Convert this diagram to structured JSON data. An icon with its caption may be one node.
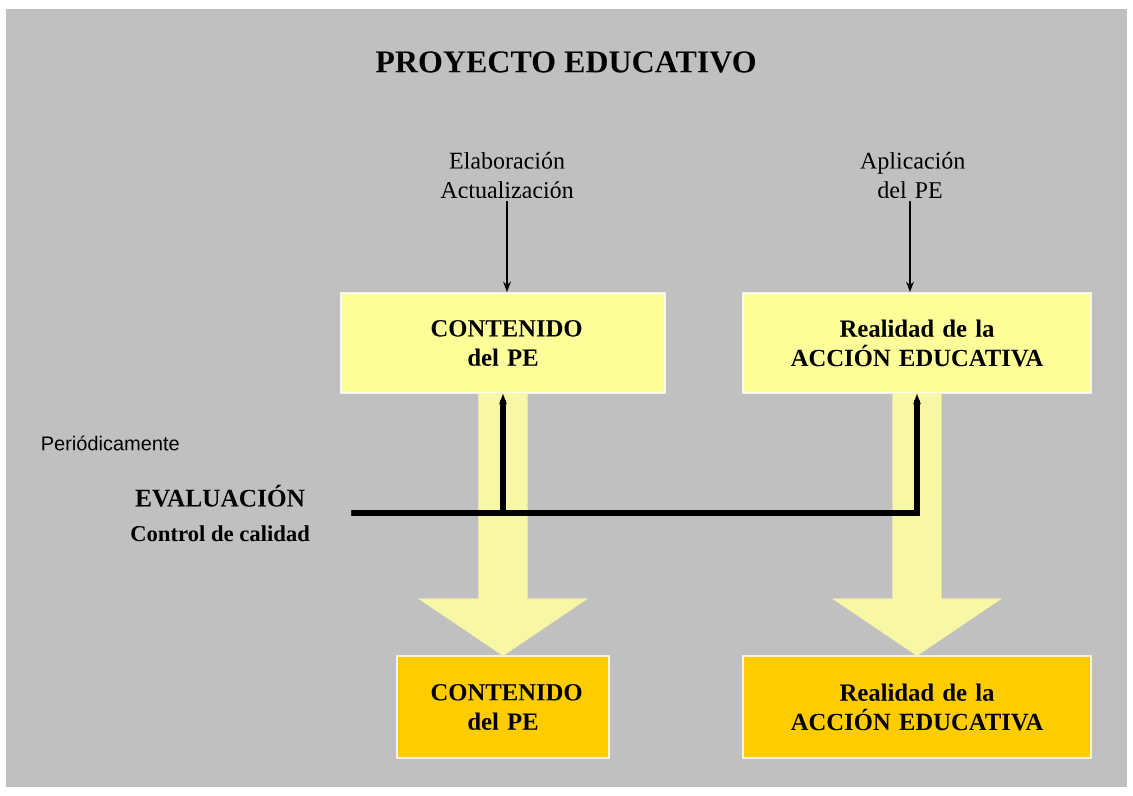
{
  "diagram": {
    "title": "PROYECTO EDUCATIVO",
    "nodes": [
      {
        "text": [
          "Elaboración Actualización"
        ]
      },
      {
        "text": [
          "Aplicación del PE"
        ]
      },
      {
        "text": [
          "CONTENIDO del PE"
        ]
      },
      {
        "text": [
          "Realidad de la ACCIÓN EDUCATIVA"
        ]
      },
      {
        "text": [
          "CONTENIDO del PE"
        ]
      },
      {
        "text": [
          "Realidad de la ACCIÓN EDUCATIVA"
        ]
      },
      {
        "text": [
          "EVALUACIÓN",
          "Control de calidad"
        ]
      }
    ],
    "edges": [
      {
        "from": 0,
        "to": 2,
        "arrow": "to"
      },
      {
        "from": 1,
        "to": 3,
        "arrow": "to"
      },
      {
        "from": 2,
        "to": 4,
        "arrow": "to",
        "style": "thick",
        "color": "#f7f7a6"
      },
      {
        "from": 3,
        "to": 5,
        "arrow": "to",
        "style": "thick",
        "color": "#f7f7a6"
      },
      {
        "from": 6,
        "to": 2,
        "arrow": "to",
        "style": "thick"
      },
      {
        "from": 6,
        "to": 3,
        "arrow": "to",
        "style": "thick"
      }
    ],
    "labels": [
      "Periódicamente"
    ]
  }
}
